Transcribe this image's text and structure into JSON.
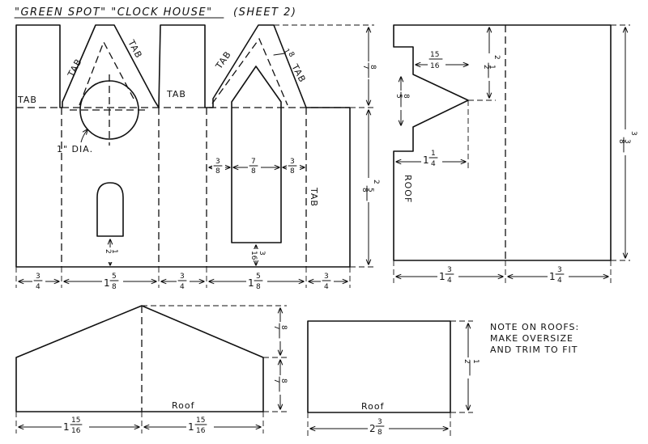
{
  "title": "\"GREEN SPOT\" \"CLOCK HOUSE\"",
  "sheet": "(SHEET 2)",
  "labels": {
    "tab": "TAB",
    "roof": "Roof",
    "roof_caps": "ROOF",
    "dia": "1\" DIA."
  },
  "note": [
    "NOTE ON ROOFS:",
    "MAKE OVERSIZE",
    "AND TRIM TO FIT"
  ],
  "dims": {
    "three_quarter": {
      "n": "3",
      "d": "4"
    },
    "one_five_eighths": {
      "w": "1",
      "n": "5",
      "d": "8"
    },
    "three_eighths": {
      "n": "3",
      "d": "8"
    },
    "seven_eighths": {
      "n": "7",
      "d": "8"
    },
    "fifteen_sixteenths": {
      "n": "15",
      "d": "16"
    },
    "one_quarter": {
      "w": "1",
      "n": "1",
      "d": "4"
    },
    "five_eighths": {
      "n": "5",
      "d": "8"
    },
    "two_and_half": {
      "w": "2",
      "n": "1",
      "d": "2"
    },
    "one_half": {
      "n": "1",
      "d": "2"
    },
    "three_sixteenths": {
      "n": "3",
      "d": "16"
    },
    "one_eighth": {
      "n": "1",
      "d": "8"
    },
    "two_five_eighths": {
      "w": "2",
      "n": "5",
      "d": "8"
    },
    "three_eighths_whole": {
      "w": "3",
      "n": "3",
      "d": "8"
    },
    "one_three_quarters": {
      "w": "1",
      "n": "3",
      "d": "4"
    },
    "one_fifteen_sixteenths": {
      "w": "1",
      "n": "15",
      "d": "16"
    },
    "seven_eighths_b": {
      "n": "7",
      "d": "8"
    },
    "two_three_eighths": {
      "w": "2",
      "n": "3",
      "d": "8"
    }
  }
}
